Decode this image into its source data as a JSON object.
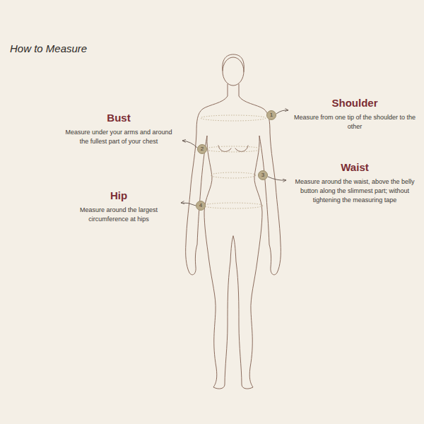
{
  "diagram": {
    "title": "How to Measure",
    "nodes": [
      {
        "text": [
          "1"
        ]
      },
      {
        "text": [
          "2"
        ]
      },
      {
        "text": [
          "3"
        ]
      },
      {
        "text": [
          "4"
        ]
      }
    ],
    "labels": [
      "Shoulder",
      "Measure from one tip of the shoulder to the other",
      "Bust",
      "Measure under your arms and around the fullest part of your chest",
      "Waist",
      "Measure around the waist, above the belly button along the slimmest part; without tightening the measuring tape",
      "Hip",
      "Measure around the largest circumference at hips"
    ]
  }
}
